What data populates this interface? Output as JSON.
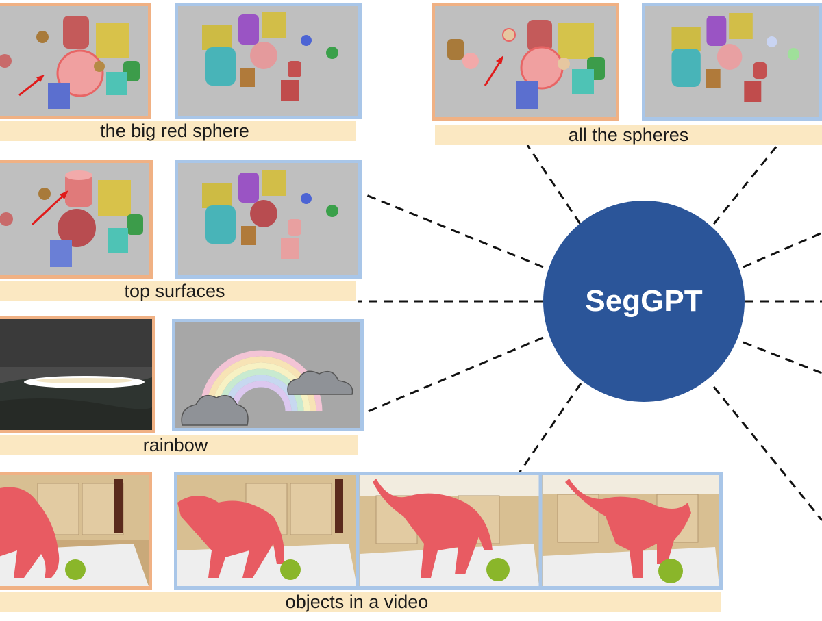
{
  "center": {
    "label": "SegGPT"
  },
  "captions": {
    "big_red_sphere": "the big red sphere",
    "all_spheres": "all the spheres",
    "top_surfaces": "top surfaces",
    "rainbow": "rainbow",
    "video": "objects in a video"
  },
  "colors": {
    "prompt_border": "#f0b184",
    "target_border": "#a9c6e8",
    "caption_bg": "#fbe8c2",
    "center_fill": "#2b5599",
    "mask_red": "#e8696b",
    "arrow_red": "#e01b1b"
  }
}
